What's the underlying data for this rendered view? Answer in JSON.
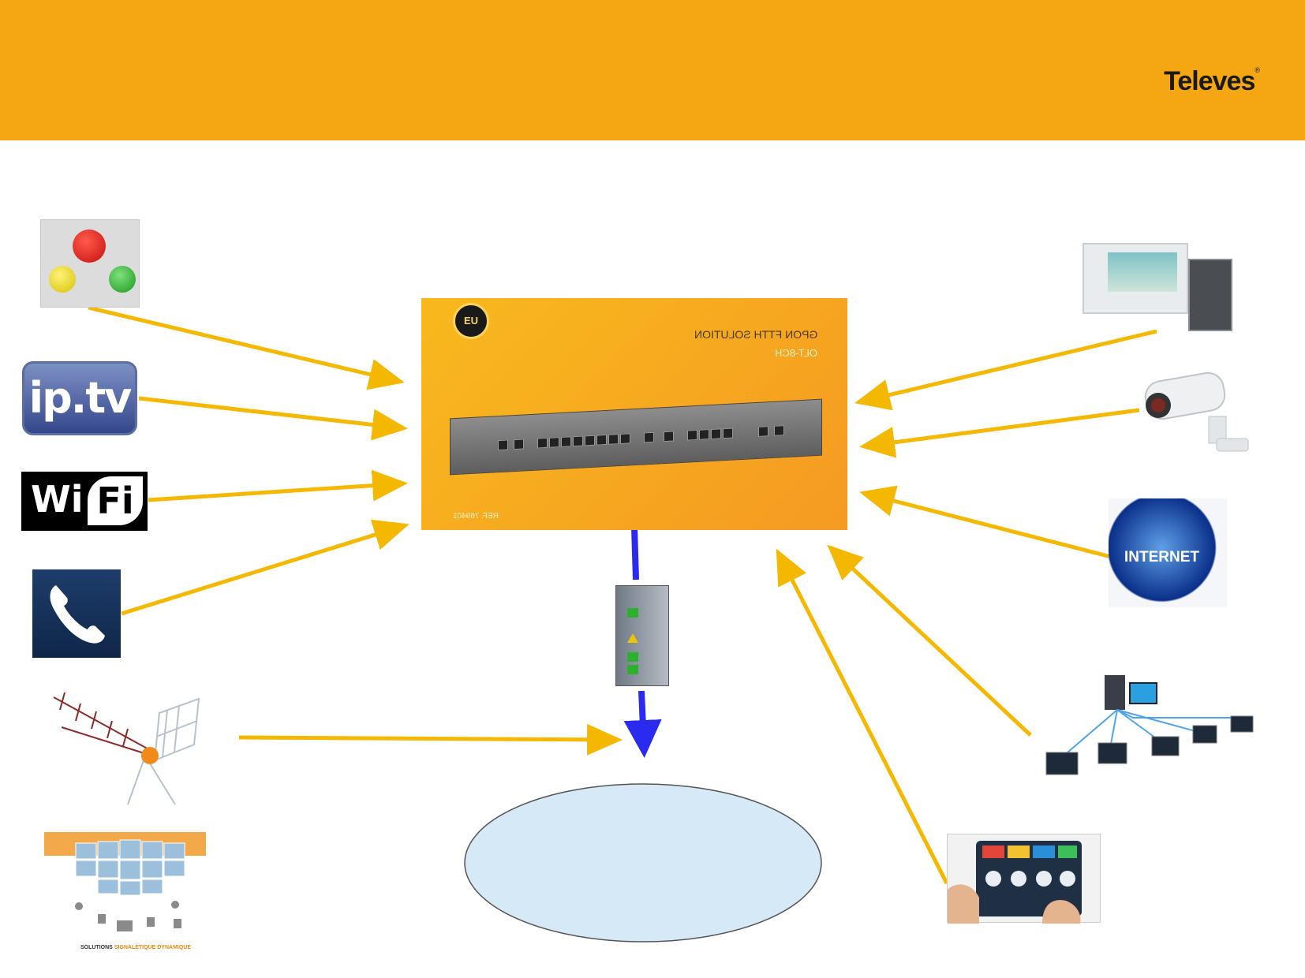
{
  "header": {
    "brand": "Televes",
    "brand_mark": "®",
    "bar_color": "#f4a712"
  },
  "device_panel": {
    "title": "GPON FTTH SOLUTION",
    "subtitle": "OLT-8CH",
    "ref": "REF. 769401",
    "badge": "EU",
    "background": "#f7a91c"
  },
  "sources_left": [
    {
      "icon": "signal-buttons-icon"
    },
    {
      "icon": "iptv-icon",
      "label": "ip.tv"
    },
    {
      "icon": "wifi-icon",
      "label_wi": "Wi",
      "label_fi": "Fi"
    },
    {
      "icon": "telephone-icon"
    },
    {
      "icon": "tv-antenna-icon"
    },
    {
      "icon": "digital-signage-icon",
      "caption_a": "SOLUTIONS",
      "caption_b": "SIGNALÉTIQUE DYNAMIQUE"
    }
  ],
  "sources_right": [
    {
      "icon": "video-intercom-icon"
    },
    {
      "icon": "security-camera-icon"
    },
    {
      "icon": "internet-globe-icon",
      "label": "INTERNET"
    },
    {
      "icon": "computer-network-icon"
    },
    {
      "icon": "home-automation-tablet-icon"
    }
  ],
  "amplifier": {
    "icon": "optical-amplifier-icon"
  },
  "target": {
    "icon": "target-ellipse",
    "fill": "#d6e9f6",
    "stroke": "#555555"
  },
  "colors": {
    "arrow_yellow": "#f5b800",
    "arrow_blue": "#2b2bf0"
  }
}
